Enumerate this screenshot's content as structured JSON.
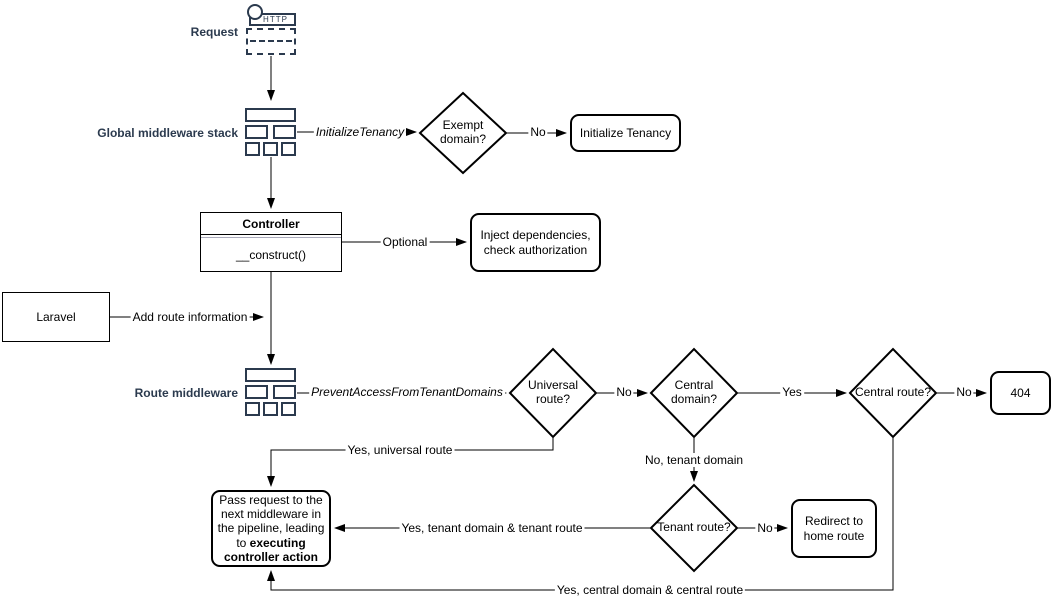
{
  "colors": {
    "icon_stroke": "#2b3a4e",
    "nav_label": "#2b3a4e",
    "line": "#000000",
    "background": "#ffffff"
  },
  "request": {
    "label": "Request",
    "http": "HTTP"
  },
  "global_middleware": {
    "label": "Global middleware stack"
  },
  "route_middleware": {
    "label": "Route middleware"
  },
  "controller": {
    "title": "Controller",
    "method": "__construct()"
  },
  "laravel": {
    "label": "Laravel"
  },
  "boxes": {
    "initialize_tenancy": "Initialize Tenancy",
    "inject_dependencies": "Inject dependencies, check authorization",
    "not_found": "404",
    "redirect_home": "Redirect to home route",
    "pass_request": {
      "regular": "Pass request to the next middleware in the pipeline, leading to ",
      "bold": "executing controller action"
    }
  },
  "diamonds": {
    "exempt_domain": "Exempt domain?",
    "universal_route": "Universal route?",
    "central_domain": "Central domain?",
    "central_route": "Central route?",
    "tenant_route": "Tenant route?"
  },
  "edge_labels": {
    "initialize_tenancy": "InitializeTenancy",
    "exempt_no": "No",
    "optional": "Optional",
    "add_route_information": "Add route information",
    "prevent_access": "PreventAccessFromTenantDomains",
    "universal_no": "No",
    "central_domain_yes": "Yes",
    "central_route_no": "No",
    "tenant_no": "No",
    "yes_universal_route": "Yes, universal route",
    "no_tenant_domain": "No, tenant domain",
    "yes_tenant_domain_route": "Yes, tenant domain & tenant route",
    "yes_central_domain_route": "Yes, central domain & central route"
  }
}
